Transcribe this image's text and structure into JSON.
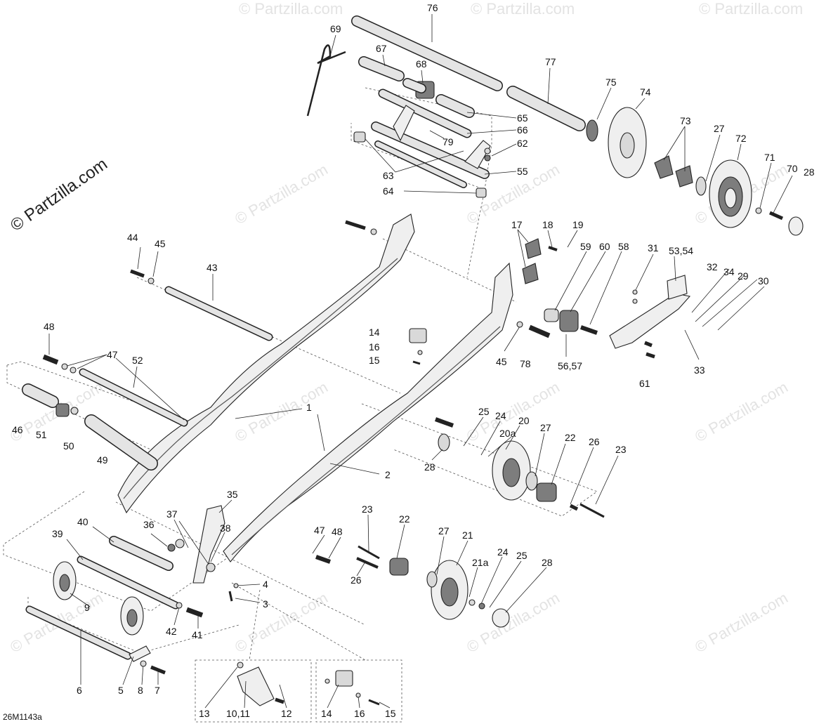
{
  "brand": "© Partzilla.com",
  "watermark": "© Partzilla.com",
  "diagram_code": "26M1143a",
  "part_labels": [
    "76",
    "69",
    "67",
    "68",
    "77",
    "75",
    "74",
    "65",
    "66",
    "79",
    "62",
    "63",
    "55",
    "64",
    "73",
    "27",
    "72",
    "71",
    "70",
    "28",
    "17",
    "18",
    "19",
    "59",
    "60",
    "58",
    "31",
    "53,54",
    "44",
    "45",
    "43",
    "32",
    "34",
    "29",
    "30",
    "14",
    "16",
    "15",
    "45",
    "78",
    "56,57",
    "33",
    "61",
    "48",
    "47",
    "52",
    "1",
    "46",
    "51",
    "50",
    "49",
    "25",
    "24",
    "20",
    "27",
    "22",
    "26",
    "23",
    "20a",
    "28",
    "2",
    "35",
    "36",
    "37",
    "40",
    "38",
    "39",
    "47",
    "48",
    "23",
    "22",
    "27",
    "21",
    "9",
    "42",
    "41",
    "4",
    "3",
    "26",
    "21a",
    "24",
    "25",
    "28",
    "6",
    "5",
    "8",
    "7",
    "13",
    "10,11",
    "12",
    "14",
    "16",
    "15"
  ]
}
